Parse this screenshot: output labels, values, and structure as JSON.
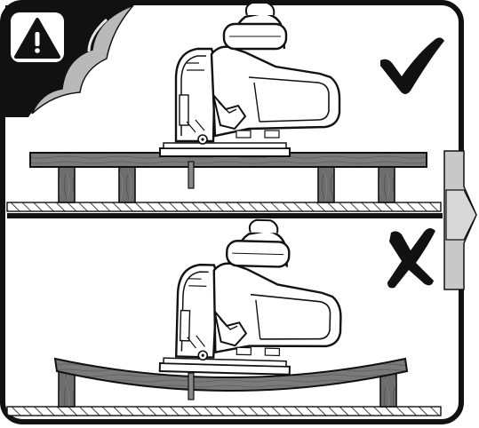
{
  "figure": {
    "warning_symbol": "warning-triangle-icon",
    "panels": [
      {
        "id": "correct",
        "status_mark": "check-mark-icon",
        "supports": 4,
        "board": "flat",
        "mark_color": "#111111"
      },
      {
        "id": "incorrect",
        "status_mark": "cross-mark-icon",
        "supports": 2,
        "board": "bent",
        "mark_color": "#111111"
      }
    ],
    "next_page_arrow": "arrow-right-icon",
    "colors": {
      "outline": "#111111",
      "wood": "#7a7a7a",
      "support": "#6e6e6e",
      "saw_body": "#ffffff",
      "arrow": "#c8c8c8",
      "page_curl": "#b9b9b9"
    }
  }
}
